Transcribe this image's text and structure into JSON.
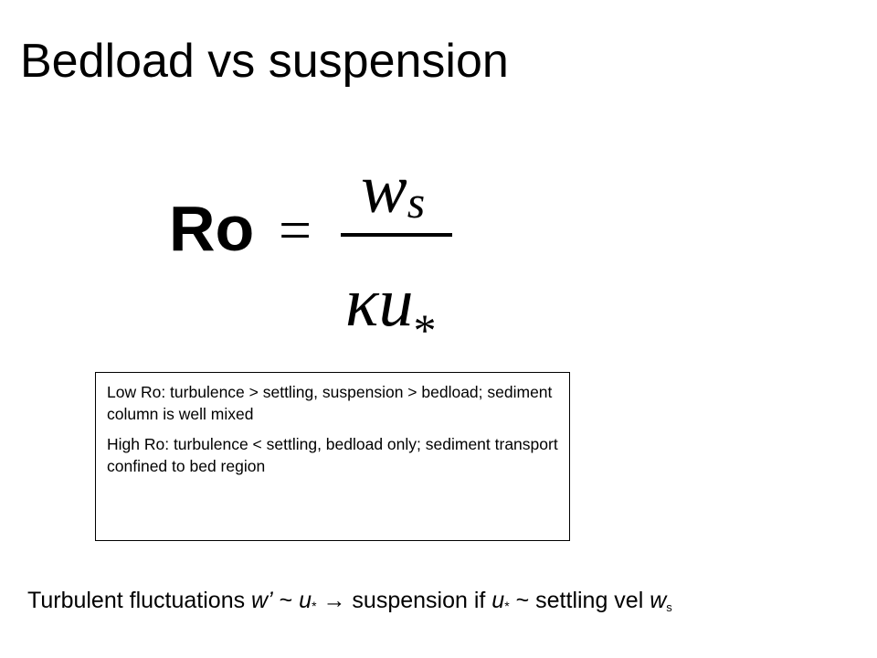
{
  "slide": {
    "title": "Bedload vs suspension",
    "equation": {
      "lhs": "Ro",
      "equals": "=",
      "numerator": "w",
      "numerator_sub": "s",
      "denominator": "κu",
      "denominator_sub": "*"
    },
    "notes": [
      "Low Ro: turbulence > settling, suspension > bedload; sediment column is well mixed",
      "High Ro: turbulence < settling, bedload only; sediment transport confined to bed region"
    ],
    "bottom": {
      "text1": "Turbulent fluctuations ",
      "w_prime": "w’",
      "tilde1": " ~ ",
      "u1": "u",
      "u1_sub": "*",
      "arrow": "  ",
      "text2": " suspension if ",
      "u2": "u",
      "u2_sub": "*",
      "text3": " ~ settling vel ",
      "w": "w",
      "w_sub": "s",
      "arrow_symbol": "→"
    }
  }
}
